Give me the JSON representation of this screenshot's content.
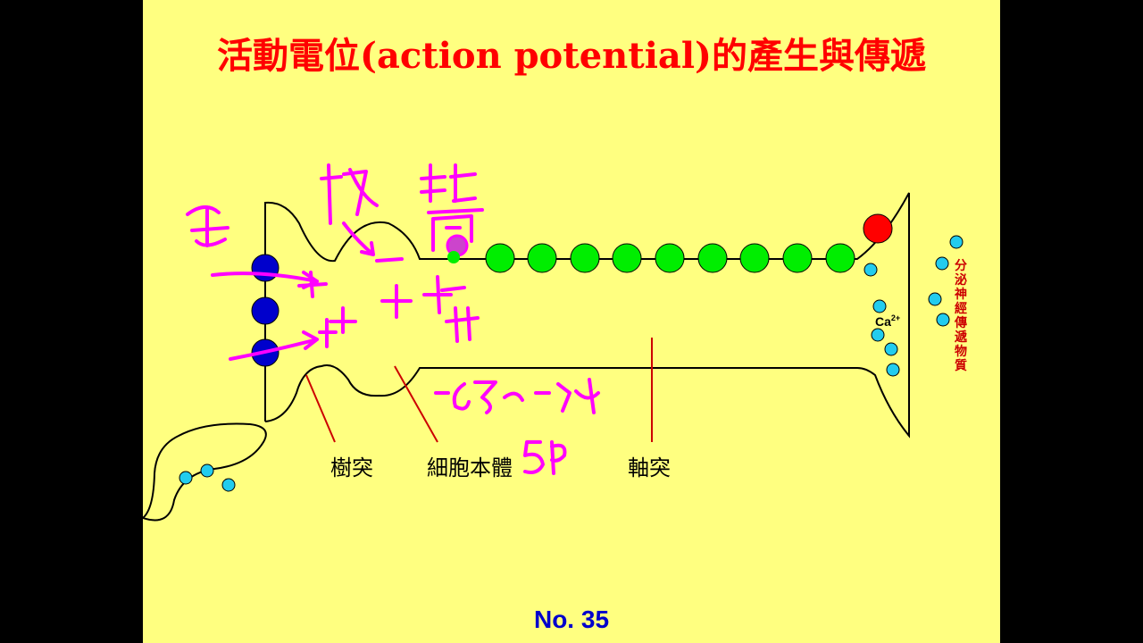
{
  "slide": {
    "title": "活動電位(action potential)的產生與傳遞",
    "page_number": "No. 35"
  },
  "labels": {
    "dendrite": "樹突",
    "soma": "細胞本體",
    "axon": "軸突",
    "calcium": "Ca",
    "calcium_charge": "2+",
    "release": "分泌神經傳遞物質"
  },
  "colors": {
    "background": "#ffff80",
    "title": "#ff0000",
    "channel_blue": "#0000cc",
    "node_green": "#00ee00",
    "terminal_red": "#ff0000",
    "vesicle_cyan": "#22ccee",
    "annotation_ink": "#ff00ff"
  }
}
